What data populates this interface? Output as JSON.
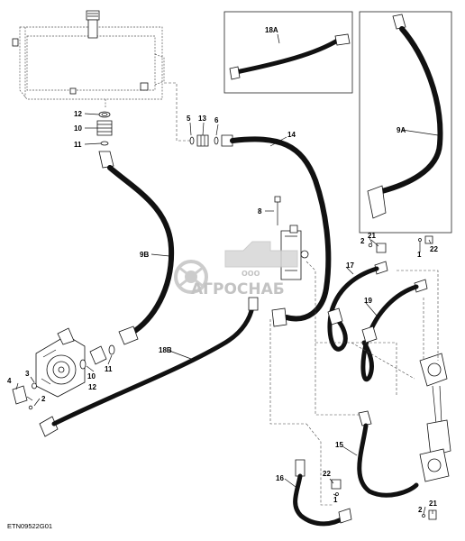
{
  "figure_code": "ETN09522G01",
  "watermark": {
    "small": "ООО",
    "main": "АГРОСНАБ"
  },
  "callouts": {
    "c1a": "1",
    "c1b": "1",
    "c2a": "2",
    "c2b": "2",
    "c2c": "2",
    "c3": "3",
    "c4": "4",
    "c5": "5",
    "c6": "6",
    "c8": "8",
    "c10a": "10",
    "c10b": "10",
    "c11a": "11",
    "c11b": "11",
    "c12a": "12",
    "c12b": "12",
    "c13": "13",
    "c14": "14",
    "c15": "15",
    "c16": "16",
    "c17": "17",
    "c19": "19",
    "c21a": "21",
    "c21b": "21",
    "c22a": "22",
    "c22b": "22",
    "c9A": "9A",
    "c9B": "9B",
    "c18A": "18A",
    "c18B": "18B"
  }
}
